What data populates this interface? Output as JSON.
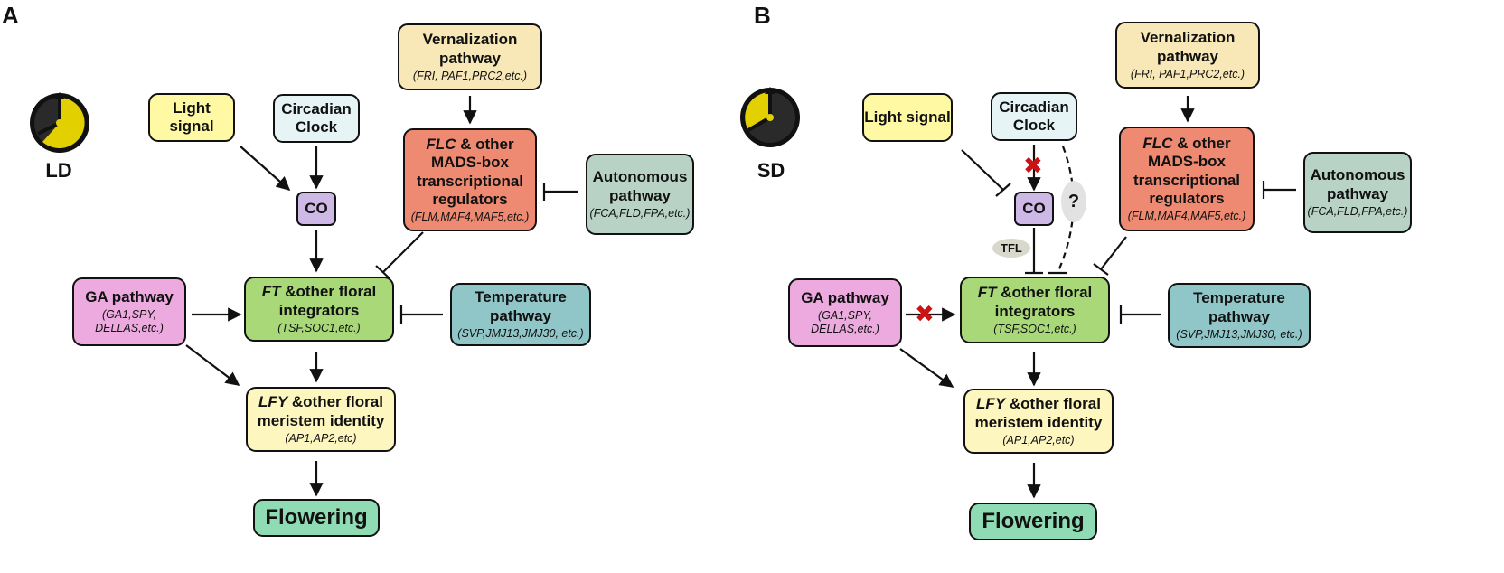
{
  "panel_a": {
    "letter": "A",
    "condition": "LD",
    "light": "Light signal",
    "clock": "Circadian Clock",
    "co": "CO",
    "vern_title": "Vernalization pathway",
    "vern_sub": "(FRI, PAF1,PRC2,etc.)",
    "flc_italic": "FLC",
    "flc_rest": " & other MADS-box transcriptional regulators",
    "flc_sub": "(FLM,MAF4,MAF5,etc.)",
    "auto_title": "Autonomous pathway",
    "auto_sub": "(FCA,FLD,FPA,etc.)",
    "ga_title": "GA pathway",
    "ga_sub": "(GA1,SPY, DELLAS,etc.)",
    "ft_italic": "FT",
    "ft_rest": " &other floral integrators",
    "ft_sub": "(TSF,SOC1,etc.)",
    "temp_title": "Temperature pathway",
    "temp_sub": "(SVP,JMJ13,JMJ30, etc.)",
    "lfy_italic": "LFY",
    "lfy_rest": " &other floral meristem identity",
    "lfy_sub": "(AP1,AP2,etc)",
    "flowering": "Flowering"
  },
  "panel_b": {
    "letter": "B",
    "condition": "SD",
    "light": "Light signal",
    "clock": "Circadian Clock",
    "co": "CO",
    "tfl": "TFL",
    "question": "?",
    "vern_title": "Vernalization pathway",
    "vern_sub": "(FRI, PAF1,PRC2,etc.)",
    "flc_italic": "FLC",
    "flc_rest": " & other MADS-box transcriptional regulators",
    "flc_sub": "(FLM,MAF4,MAF5,etc.)",
    "auto_title": "Autonomous pathway",
    "auto_sub": "(FCA,FLD,FPA,etc.)",
    "ga_title": "GA pathway",
    "ga_sub": "(GA1,SPY, DELLAS,etc.)",
    "ft_italic": "FT",
    "ft_rest": " &other floral integrators",
    "ft_sub": "(TSF,SOC1,etc.)",
    "temp_title": "Temperature pathway",
    "temp_sub": "(SVP,JMJ13,JMJ30, etc.)",
    "lfy_italic": "LFY",
    "lfy_rest": " &other floral meristem identity",
    "lfy_sub": "(AP1,AP2,etc)",
    "flowering": "Flowering"
  },
  "colors": {
    "light": "#fff9a3",
    "clock": "#e6f4f6",
    "co": "#cdb8e6",
    "vernalization": "#f8e8b8",
    "flc": "#ef8a72",
    "autonomous": "#b8d2c6",
    "ft": "#a8d878",
    "ga": "#ecaadf",
    "temperature": "#90c6c8",
    "lfy": "#fdf6bf",
    "flowering": "#8fdbb4",
    "clock_face_ld": "#e2d000",
    "block_mark": "#c81414"
  }
}
